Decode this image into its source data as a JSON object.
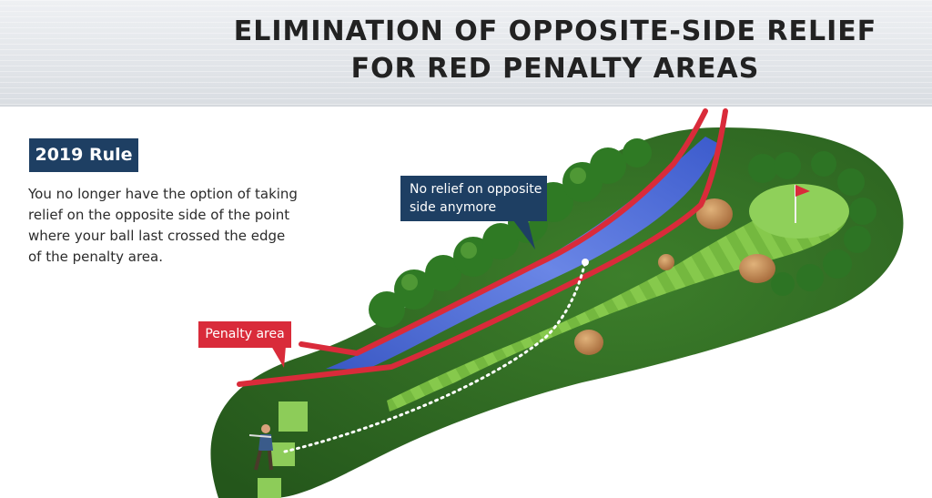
{
  "header": {
    "title_line1": "ELIMINATION OF OPPOSITE-SIDE RELIEF",
    "title_line2": "FOR RED PENALTY AREAS"
  },
  "rule": {
    "badge": "2019 Rule",
    "description": "You no longer have the option of taking relief on the opposite side of the point where your ball last crossed the edge of the penalty area."
  },
  "callouts": {
    "no_relief": "No relief on opposite side anymore",
    "penalty_area": "Penalty area"
  },
  "colors": {
    "navy": "#1e3f63",
    "penalty_red": "#d92b3a",
    "water_blue": "#3f5fc8",
    "fairway_green": "#7ec044",
    "rough_green": "#2f6a22"
  },
  "icons": [
    "golfer-figure",
    "flag-pin-icon",
    "sand-bunker",
    "tree-cluster"
  ]
}
